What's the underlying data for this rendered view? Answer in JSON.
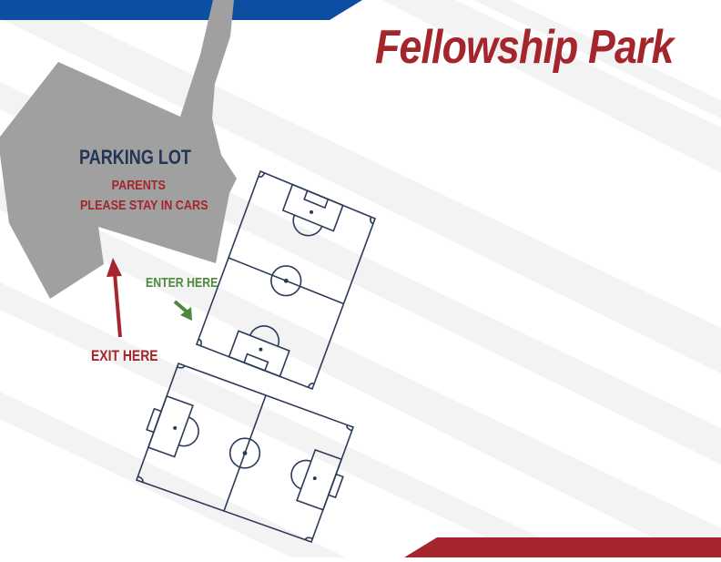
{
  "title": "Fellowship Park",
  "parking_lot": {
    "label": "PARKING LOT",
    "note_line1": "PARENTS",
    "note_line2": "PLEASE STAY IN CARS"
  },
  "directions": {
    "enter": "ENTER HERE",
    "exit": "EXIT HERE"
  },
  "colors": {
    "brand_red": "#a4262c",
    "brand_blue": "#0b4ea2",
    "navy": "#233554",
    "lot_gray": "#a0a0a0",
    "enter_green": "#4b8a3d",
    "field_line": "#2c3a5a"
  },
  "fields": [
    {
      "label": ""
    },
    {
      "label": ""
    }
  ]
}
